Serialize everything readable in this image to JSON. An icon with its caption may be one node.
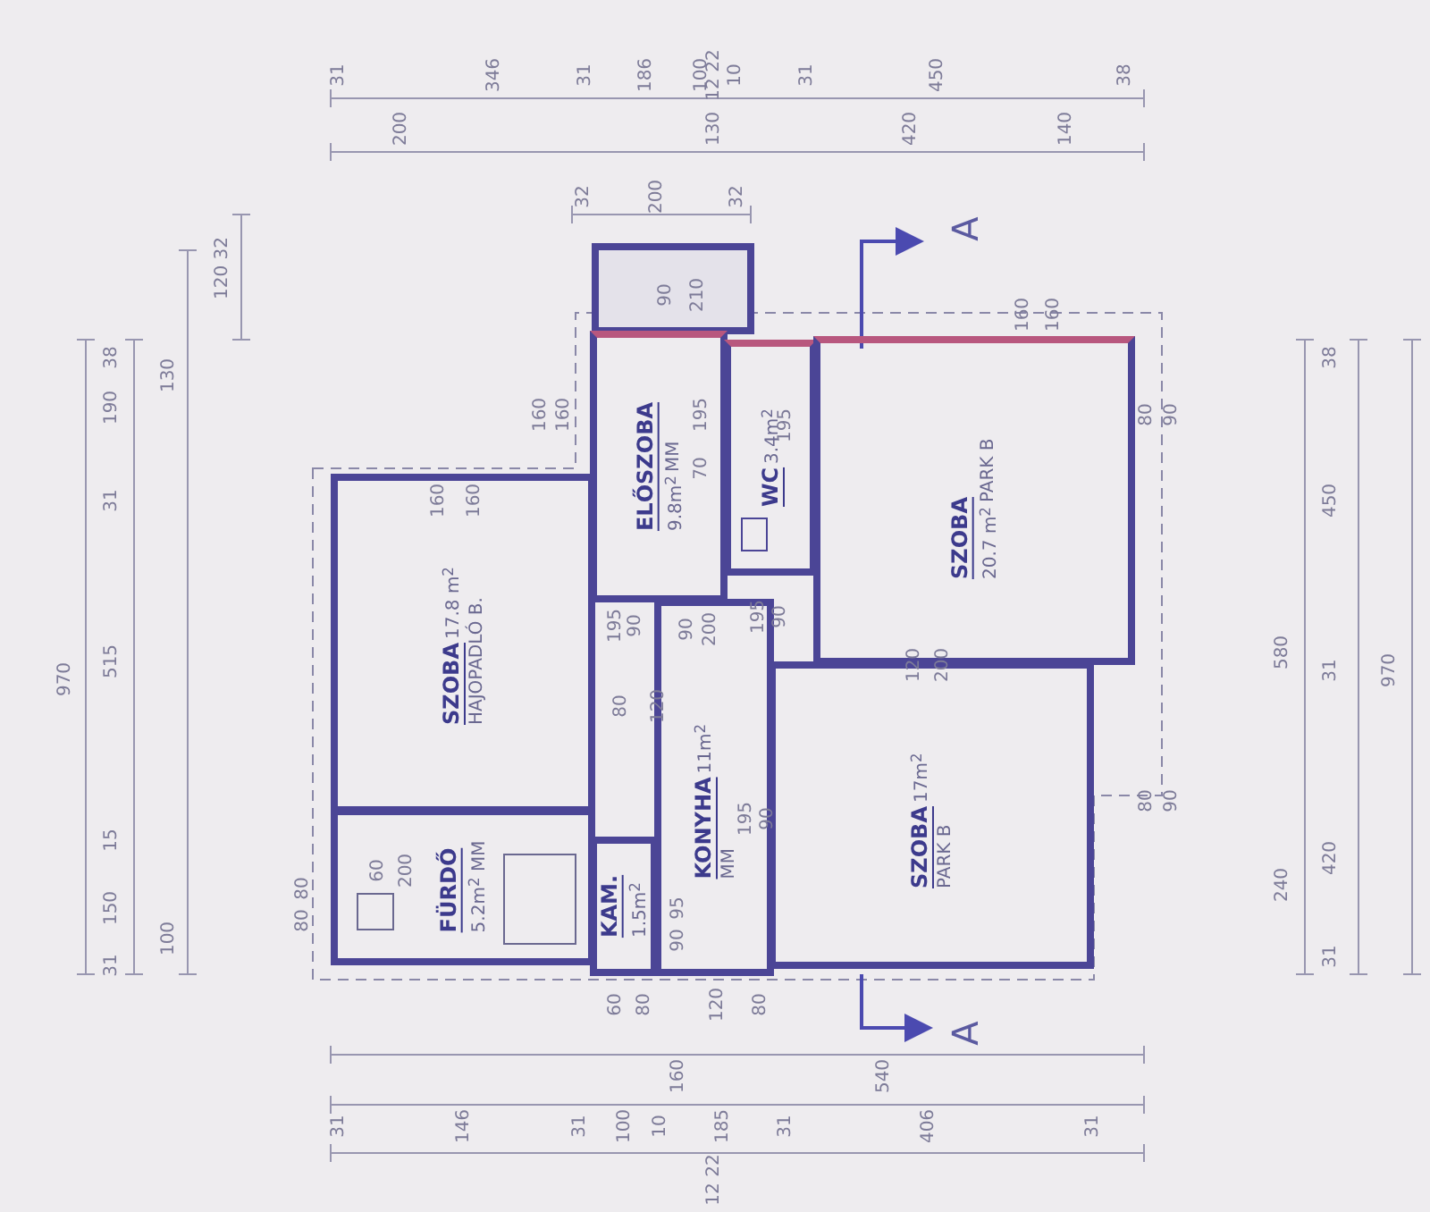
{
  "diagram": {
    "nodes": [
      {
        "text": [
          "SZOBA",
          "17.8 m$^{2}$",
          "HAJOPADLÓ B."
        ]
      },
      {
        "text": [
          "FÜRDŐ",
          "5.2m$^{2}$ MM"
        ]
      },
      {
        "text": [
          "ELŐSZOBA",
          "9.8m$^{2}$",
          "MM"
        ]
      },
      {
        "text": [
          "WC",
          "3.4m$^{2}$"
        ]
      },
      {
        "text": [
          "SZOBA",
          "20.7 m$^{2}$",
          "PARK B"
        ]
      },
      {
        "text": [
          "KAM.",
          "1.5m$^{2}$"
        ]
      },
      {
        "text": [
          "KONYHA",
          "11m$^{2}$",
          "MM"
        ]
      },
      {
        "text": [
          "SZOBA",
          "17m$^{2}$",
          "PARK B"
        ]
      }
    ],
    "edges": [],
    "labels": [
      "12 22",
      "31",
      "346",
      "31",
      "186",
      "100",
      "10",
      "31",
      "450",
      "38",
      "200",
      "130",
      "420",
      "140",
      "32",
      "200",
      "32",
      "120 32",
      "38",
      "190",
      "31",
      "515",
      "15",
      "150",
      "31",
      "970",
      "130",
      "100",
      "38",
      "450",
      "31",
      "420",
      "31",
      "580",
      "240",
      "970",
      "160",
      "540",
      "31",
      "146",
      "31",
      "100",
      "10",
      "185",
      "31",
      "406",
      "31",
      "12 22",
      "160",
      "160",
      "160",
      "160",
      "90",
      "210",
      "195",
      "70",
      "195",
      "195",
      "90",
      "195",
      "90",
      "90",
      "200",
      "80",
      "120",
      "195",
      "90",
      "95",
      "90",
      "60",
      "80",
      "120",
      "80",
      "80",
      "80",
      "60",
      "200",
      "120",
      "200",
      "160",
      "160",
      "80",
      "90",
      "80",
      "90",
      "A",
      "A"
    ]
  }
}
